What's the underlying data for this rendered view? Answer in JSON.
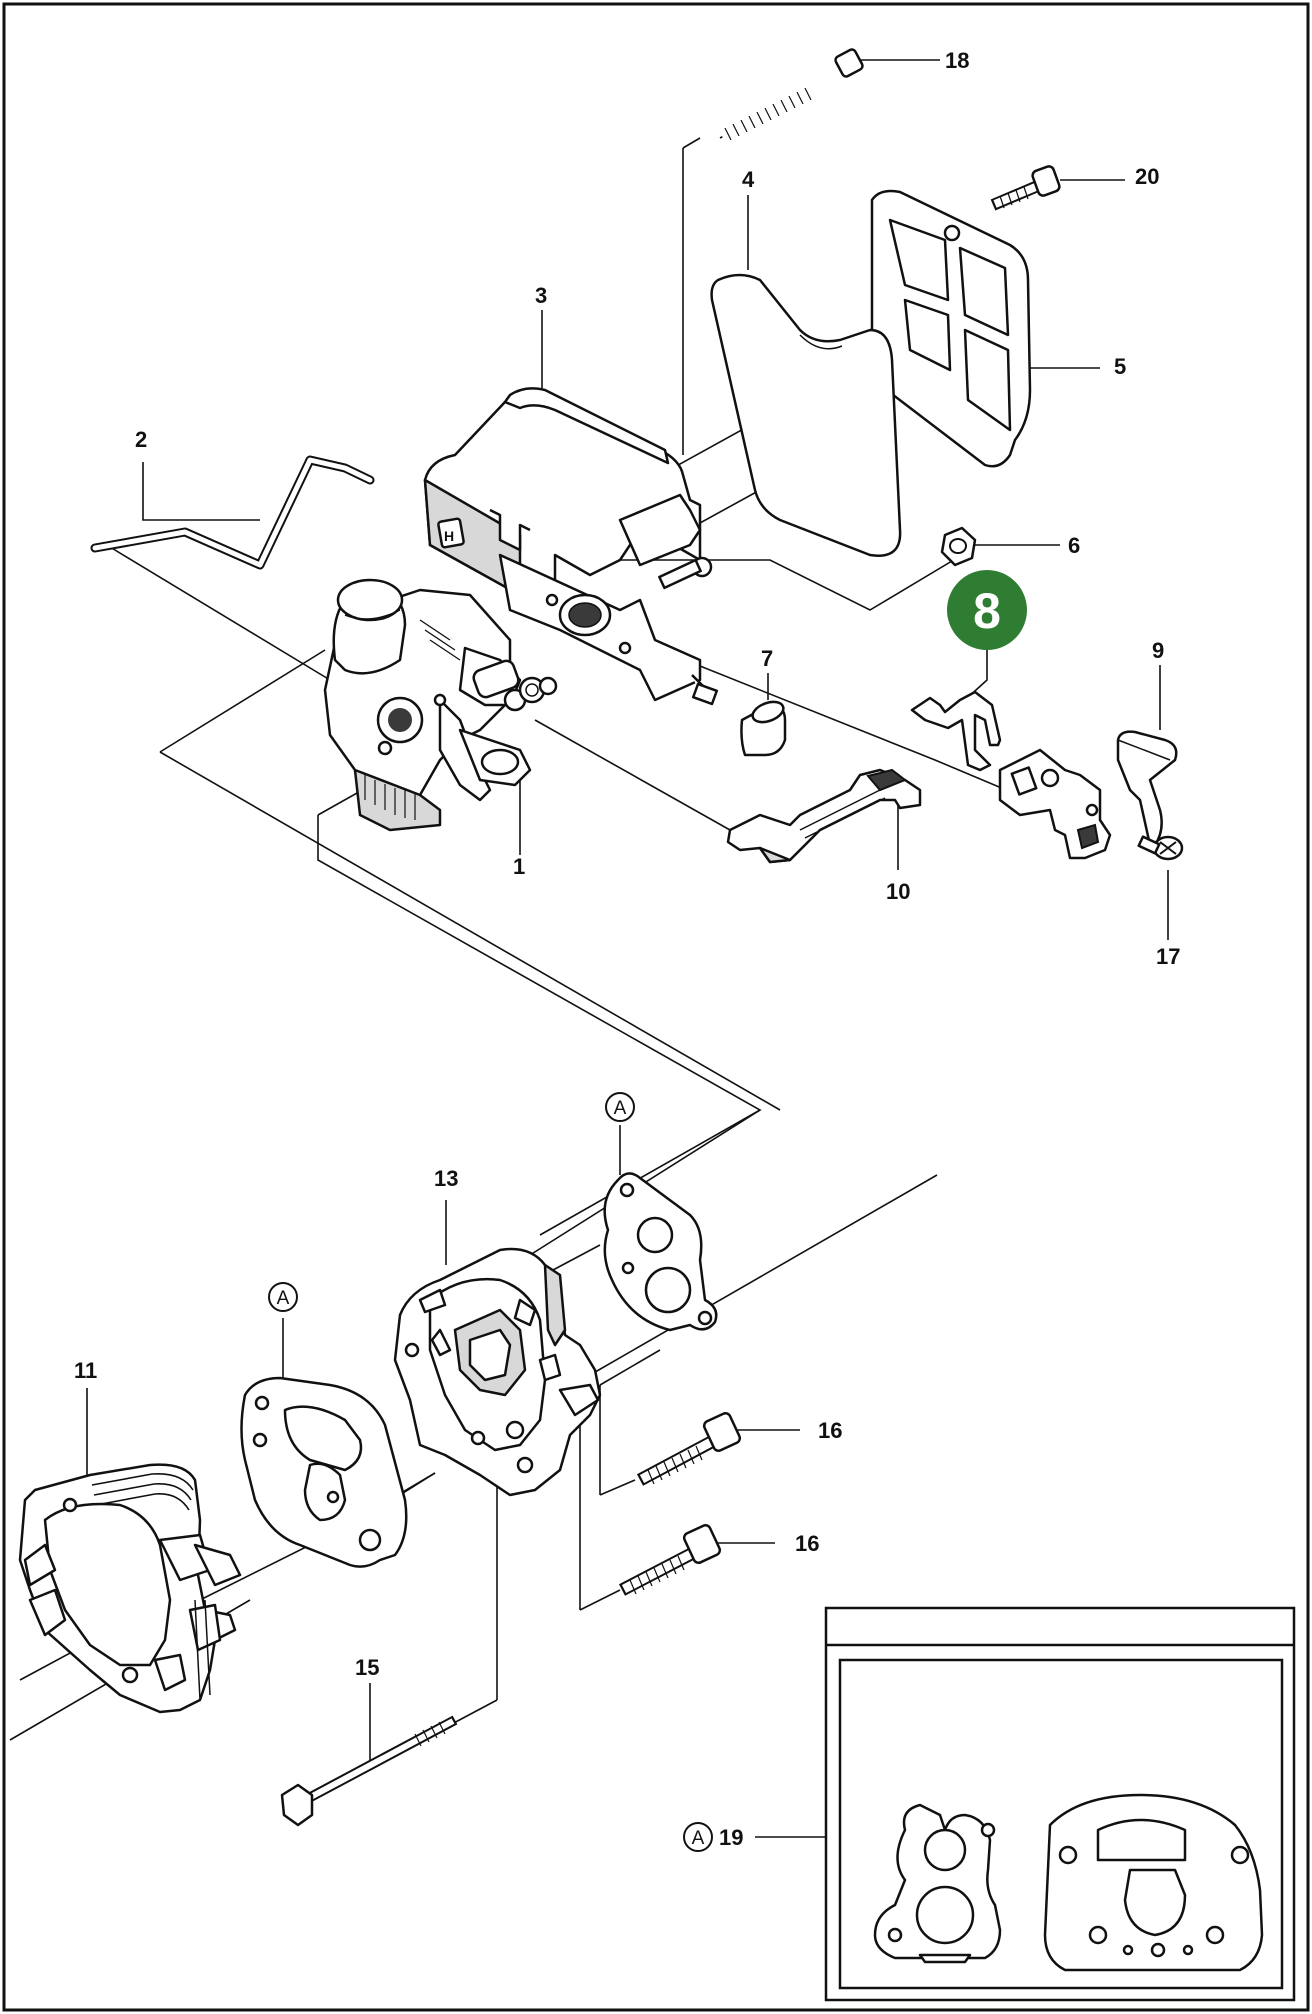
{
  "colors": {
    "highlight_badge": "#2e7d32",
    "line": "#111111",
    "background": "#ffffff"
  },
  "parts": [
    {
      "id": "p18",
      "label": "18"
    },
    {
      "id": "p20",
      "label": "20"
    },
    {
      "id": "p4",
      "label": "4"
    },
    {
      "id": "p3",
      "label": "3"
    },
    {
      "id": "p5",
      "label": "5"
    },
    {
      "id": "p2",
      "label": "2"
    },
    {
      "id": "p6",
      "label": "6"
    },
    {
      "id": "p9",
      "label": "9"
    },
    {
      "id": "p7",
      "label": "7"
    },
    {
      "id": "p1",
      "label": "1"
    },
    {
      "id": "p10",
      "label": "10"
    },
    {
      "id": "p17",
      "label": "17"
    },
    {
      "id": "p13",
      "label": "13"
    },
    {
      "id": "p11",
      "label": "11"
    },
    {
      "id": "p16a",
      "label": "16"
    },
    {
      "id": "p16b",
      "label": "16"
    },
    {
      "id": "p15",
      "label": "15"
    },
    {
      "id": "p19",
      "label": "19"
    }
  ],
  "highlight": {
    "label": "8"
  },
  "reference_marks": [
    {
      "id": "refA1",
      "letter": "A"
    },
    {
      "id": "refA2",
      "letter": "A"
    },
    {
      "id": "refA3",
      "letter": "A"
    }
  ],
  "logo_text": "H"
}
